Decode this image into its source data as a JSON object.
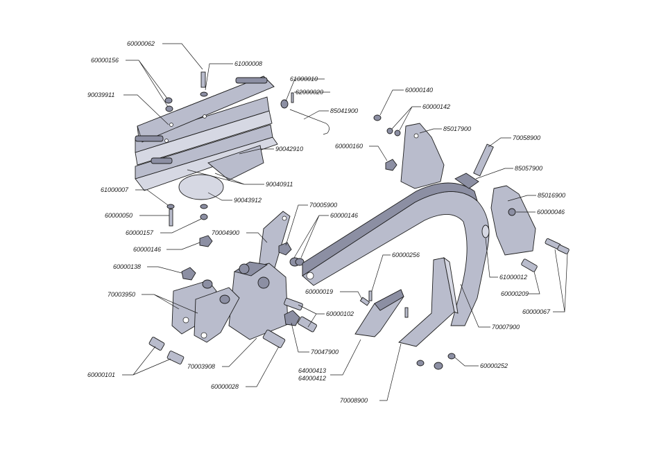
{
  "parts": [
    {
      "id": "p01",
      "number": "60000062"
    },
    {
      "id": "p02",
      "number": "61000008"
    },
    {
      "id": "p03",
      "number": "60000156"
    },
    {
      "id": "p04",
      "number": "90039911"
    },
    {
      "id": "p05",
      "number": "61000010"
    },
    {
      "id": "p06",
      "number": "62000020"
    },
    {
      "id": "p07",
      "number": "85041900"
    },
    {
      "id": "p08",
      "number": "90042910"
    },
    {
      "id": "p09",
      "number": "90040911"
    },
    {
      "id": "p10",
      "number": "61000007"
    },
    {
      "id": "p11",
      "number": "90043912"
    },
    {
      "id": "p12",
      "number": "60000050"
    },
    {
      "id": "p13",
      "number": "60000157"
    },
    {
      "id": "p14",
      "number": "60000146"
    },
    {
      "id": "p15",
      "number": "70005900"
    },
    {
      "id": "p16",
      "number": "60000146"
    },
    {
      "id": "p17",
      "number": "70004900"
    },
    {
      "id": "p18",
      "number": "60000138"
    },
    {
      "id": "p19",
      "number": "70003950"
    },
    {
      "id": "p20",
      "number": "60000101"
    },
    {
      "id": "p21",
      "number": "70003908"
    },
    {
      "id": "p22",
      "number": "60000028"
    },
    {
      "id": "p23",
      "number": "70047900"
    },
    {
      "id": "p24",
      "number": "60000102"
    },
    {
      "id": "p25",
      "number": "60000019"
    },
    {
      "id": "p26",
      "number": "60000256"
    },
    {
      "id": "p27",
      "number": "64000413"
    },
    {
      "id": "p28",
      "number": "64000412"
    },
    {
      "id": "p29",
      "number": "70008900"
    },
    {
      "id": "p30",
      "number": "60000252"
    },
    {
      "id": "p31",
      "number": "70007900"
    },
    {
      "id": "p32",
      "number": "60000140"
    },
    {
      "id": "p33",
      "number": "60000142"
    },
    {
      "id": "p34",
      "number": "85017900"
    },
    {
      "id": "p35",
      "number": "60000160"
    },
    {
      "id": "p36",
      "number": "70058900"
    },
    {
      "id": "p37",
      "number": "85057900"
    },
    {
      "id": "p38",
      "number": "85016900"
    },
    {
      "id": "p39",
      "number": "60000046"
    },
    {
      "id": "p40",
      "number": "61000012"
    },
    {
      "id": "p41",
      "number": "60000209"
    },
    {
      "id": "p42",
      "number": "60000067"
    }
  ]
}
